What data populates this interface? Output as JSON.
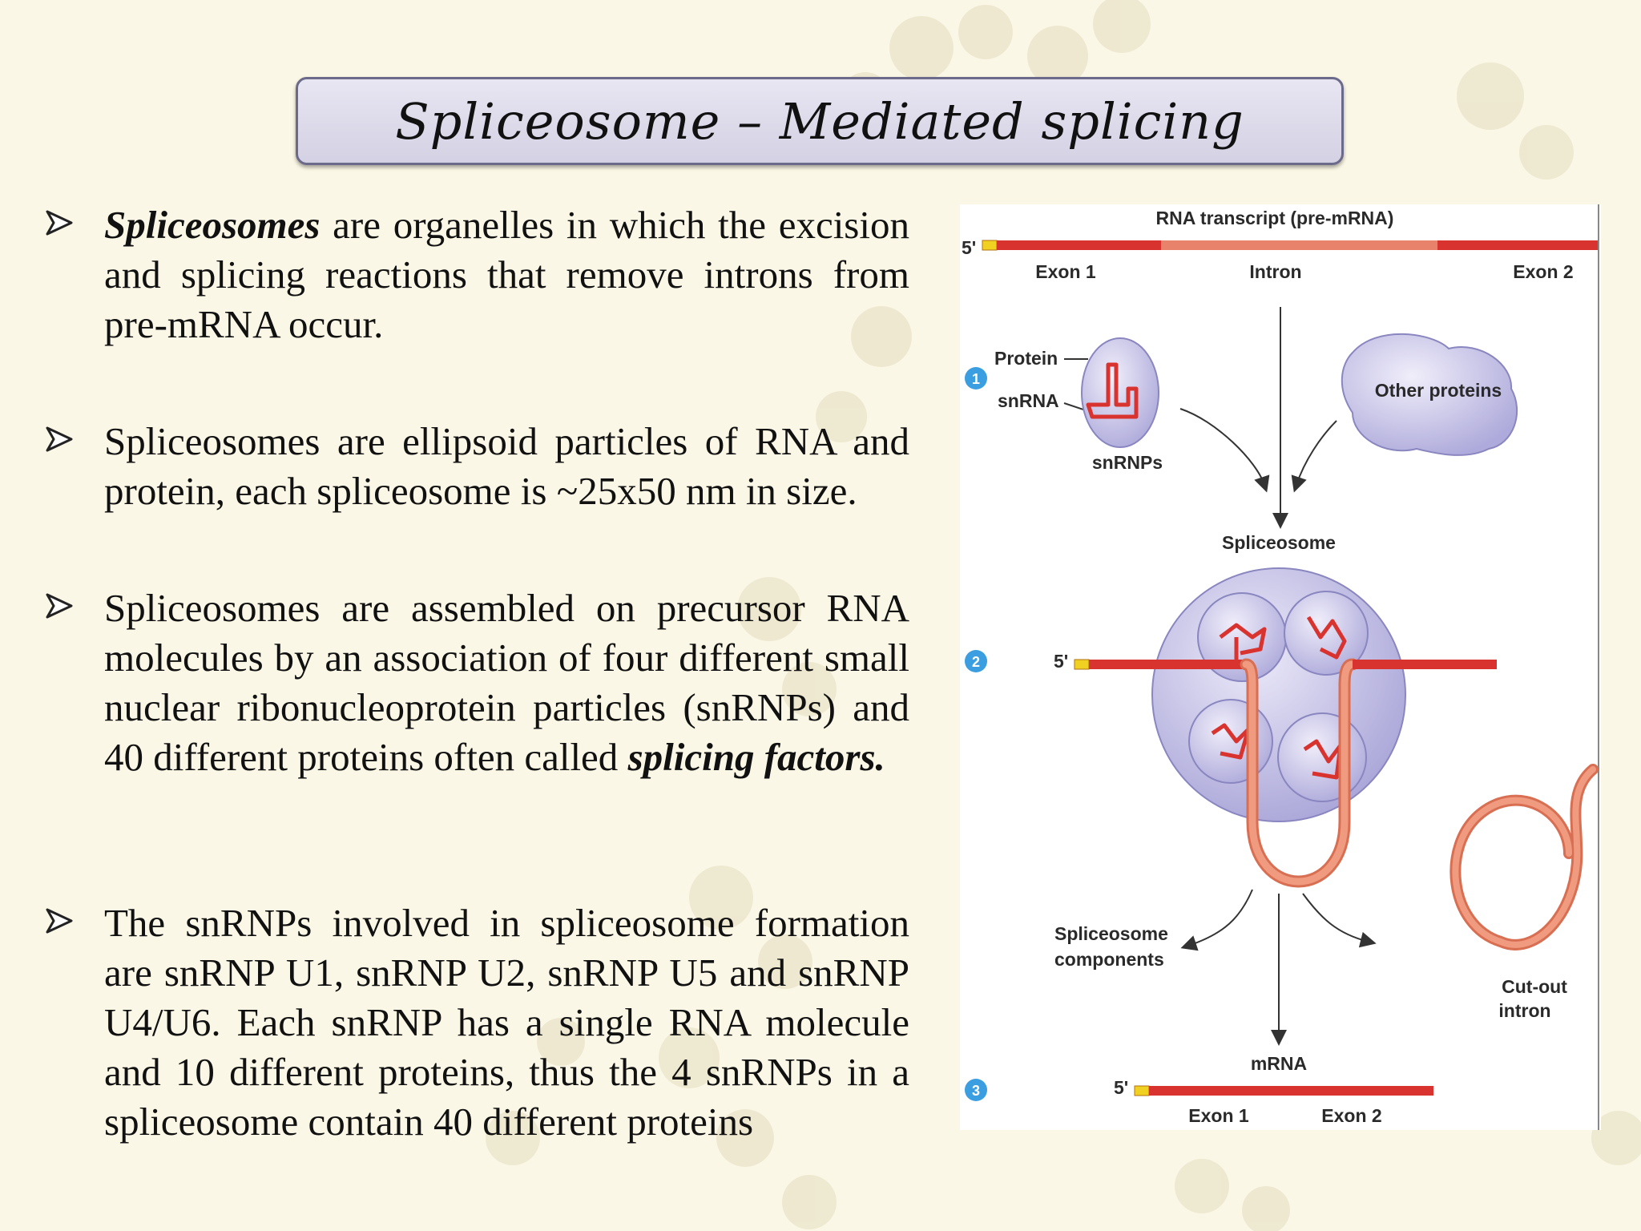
{
  "title": "Spliceosome – Mediated splicing",
  "bullets": [
    {
      "lead": "Spliceosomes",
      "text": " are organelles in which the excision and splicing reactions that remove introns from pre-mRNA occur."
    },
    {
      "text": "Spliceosomes are ellipsoid particles of RNA and protein, each spliceosome is ~25x50 nm in size."
    },
    {
      "text": "Spliceosomes are assembled on precursor RNA molecules by an association of four different small nuclear ribonucleoprotein particles (snRNPs) and 40 different proteins often called ",
      "tail": "splicing factors."
    },
    {
      "text": "The snRNPs involved in spliceosome formation are snRNP U1, snRNP U2,  snRNP U5 and snRNP U4/U6. Each snRNP has a single RNA molecule and 10 different proteins, thus the 4 snRNPs in a spliceosome contain 40 different proteins"
    }
  ],
  "diagram": {
    "rna_transcript": "RNA transcript (pre-mRNA)",
    "five_prime": "5'",
    "exon1": "Exon 1",
    "intron": "Intron",
    "exon2": "Exon 2",
    "protein": "Protein",
    "snrna": "snRNA",
    "snrnps": "snRNPs",
    "other_proteins": "Other proteins",
    "spliceosome": "Spliceosome",
    "spliceosome_components_1": "Spliceosome",
    "spliceosome_components_2": "components",
    "cutout_1": "Cut-out",
    "cutout_2": "intron",
    "mrna": "mRNA",
    "step1": "1",
    "step2": "2",
    "step3": "3"
  },
  "colors": {
    "background": "#fbf7e6",
    "title_box": "#dcdaeb",
    "rna_red": "#d9332f",
    "rna_salmon": "#e9826b",
    "particle": "#c9c6ea",
    "step_circle": "#3a9ee0"
  }
}
